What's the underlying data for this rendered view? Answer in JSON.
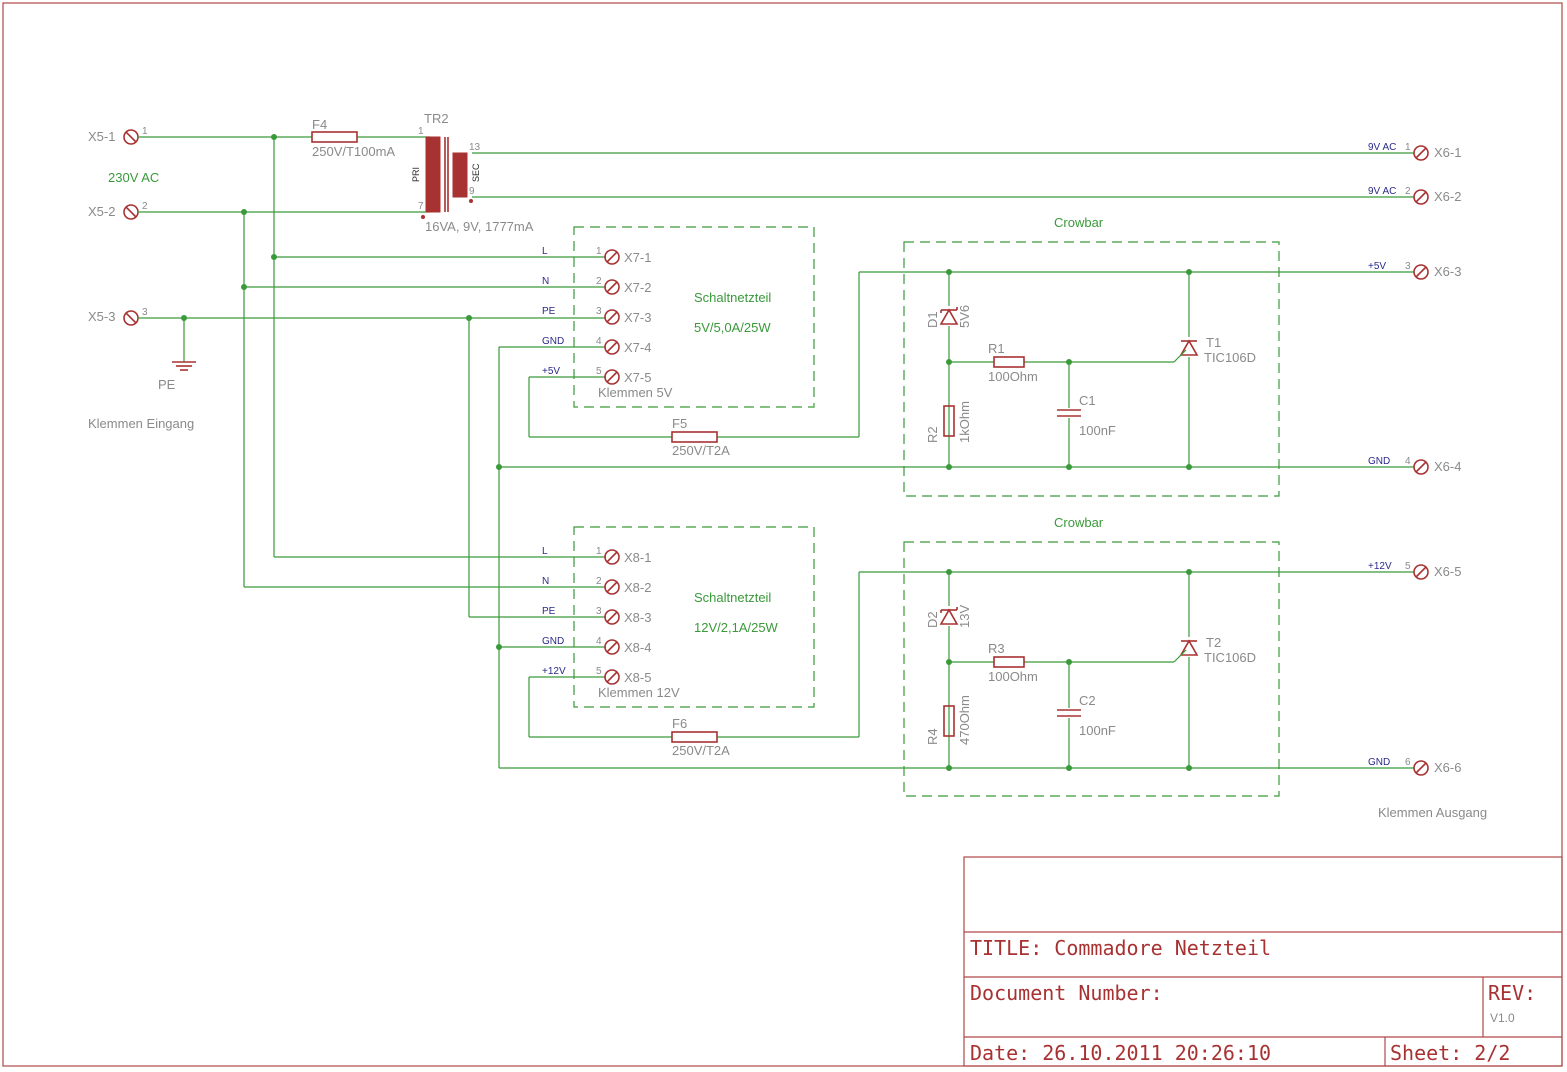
{
  "input": {
    "x51": "X5-1",
    "x52": "X5-2",
    "x53": "X5-3",
    "pin1": "1",
    "pin2": "2",
    "pin3": "3",
    "voltage": "230V AC",
    "pe": "PE",
    "caption": "Klemmen Eingang"
  },
  "fuse_f4": {
    "name": "F4",
    "value": "250V/T100mA"
  },
  "transformer": {
    "name": "TR2",
    "pri": "PRI",
    "sec": "SEC",
    "pin_p1": "1",
    "pin_p7": "7",
    "pin_s13": "13",
    "pin_s9": "9",
    "rating": "16VA, 9V, 1777mA"
  },
  "psu5": {
    "pins": [
      {
        "net": "L",
        "num": "1",
        "name": "X7-1"
      },
      {
        "net": "N",
        "num": "2",
        "name": "X7-2"
      },
      {
        "net": "PE",
        "num": "3",
        "name": "X7-3"
      },
      {
        "net": "GND",
        "num": "4",
        "name": "X7-4"
      },
      {
        "net": "+5V",
        "num": "5",
        "name": "X7-5"
      }
    ],
    "title": "Schaltnetzteil",
    "spec": "5V/5,0A/25W",
    "caption": "Klemmen 5V"
  },
  "psu12": {
    "pins": [
      {
        "net": "L",
        "num": "1",
        "name": "X8-1"
      },
      {
        "net": "N",
        "num": "2",
        "name": "X8-2"
      },
      {
        "net": "PE",
        "num": "3",
        "name": "X8-3"
      },
      {
        "net": "GND",
        "num": "4",
        "name": "X8-4"
      },
      {
        "net": "+12V",
        "num": "5",
        "name": "X8-5"
      }
    ],
    "title": "Schaltnetzteil",
    "spec": "12V/2,1A/25W",
    "caption": "Klemmen 12V"
  },
  "fuse_f5": {
    "name": "F5",
    "value": "250V/T2A"
  },
  "fuse_f6": {
    "name": "F6",
    "value": "250V/T2A"
  },
  "crowbar1": {
    "label": "Crowbar",
    "d": "D1",
    "d_val": "5V6",
    "r1": "R1",
    "r1_val": "100Ohm",
    "r2": "R2",
    "r2_val": "1kOhm",
    "c": "C1",
    "c_val": "100nF",
    "t": "T1",
    "t_val": "TIC106D"
  },
  "crowbar2": {
    "label": "Crowbar",
    "d": "D2",
    "d_val": "13V",
    "r1": "R3",
    "r1_val": "100Ohm",
    "r2": "R4",
    "r2_val": "470Ohm",
    "c": "C2",
    "c_val": "100nF",
    "t": "T2",
    "t_val": "TIC106D"
  },
  "output": {
    "pins": [
      {
        "net": "9V AC",
        "num": "1",
        "name": "X6-1"
      },
      {
        "net": "9V AC",
        "num": "2",
        "name": "X6-2"
      },
      {
        "net": "+5V",
        "num": "3",
        "name": "X6-3"
      },
      {
        "net": "GND",
        "num": "4",
        "name": "X6-4"
      },
      {
        "net": "+12V",
        "num": "5",
        "name": "X6-5"
      },
      {
        "net": "GND",
        "num": "6",
        "name": "X6-6"
      }
    ],
    "caption": "Klemmen Ausgang"
  },
  "titleblock": {
    "title": "TITLE:  Commadore Netzteil",
    "docnum": "Document Number:",
    "rev_label": "REV:",
    "rev": "V1.0",
    "date": "Date: 26.10.2011 20:26:10",
    "sheet": "Sheet: 2/2"
  }
}
